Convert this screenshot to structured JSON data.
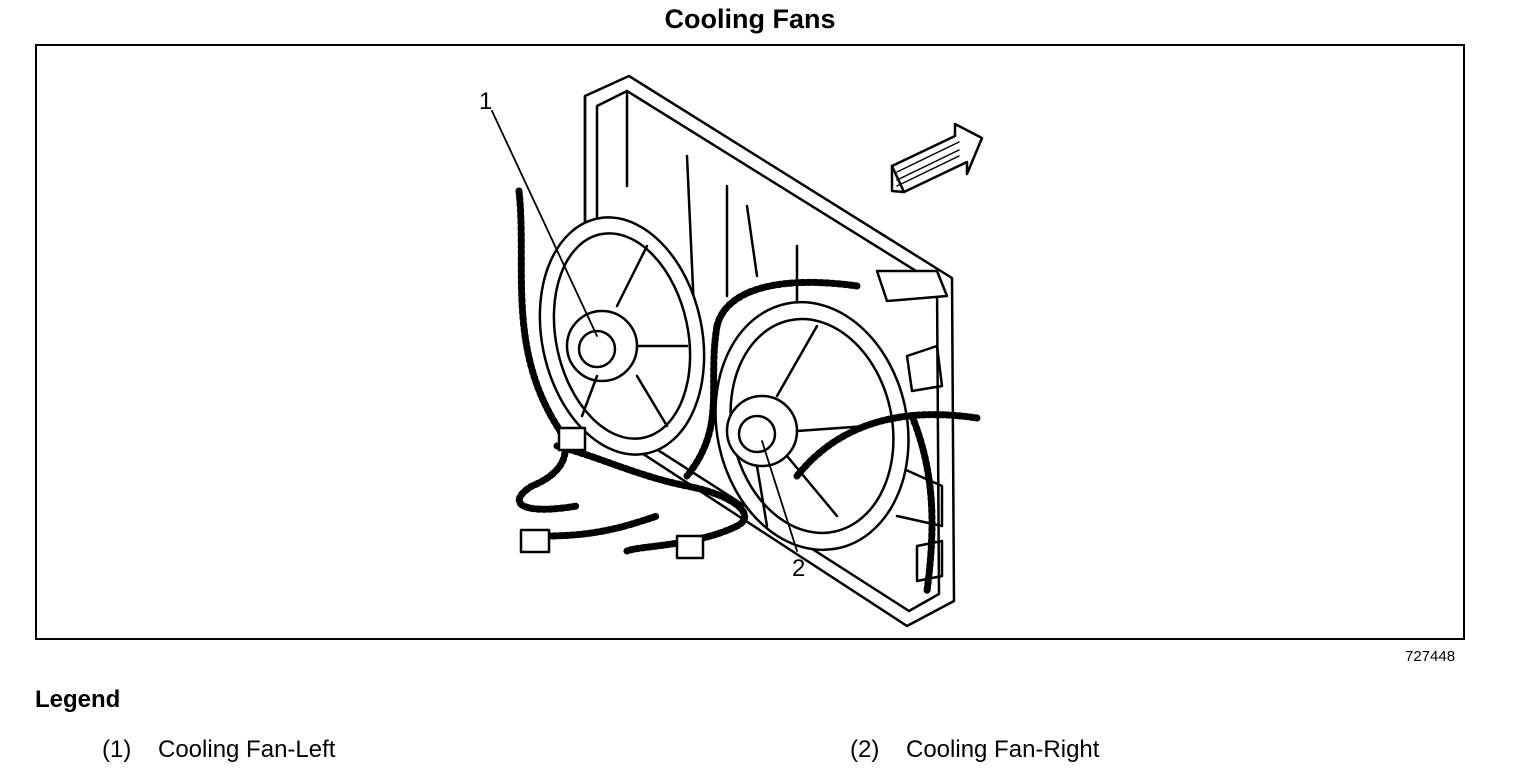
{
  "title": "Cooling Fans",
  "figure_id": "727448",
  "callouts": {
    "c1": "1",
    "c2": "2"
  },
  "legend": {
    "heading": "Legend",
    "items": [
      {
        "num": "(1)",
        "label": "Cooling Fan-Left"
      },
      {
        "num": "(2)",
        "label": "Cooling Fan-Right"
      }
    ]
  }
}
